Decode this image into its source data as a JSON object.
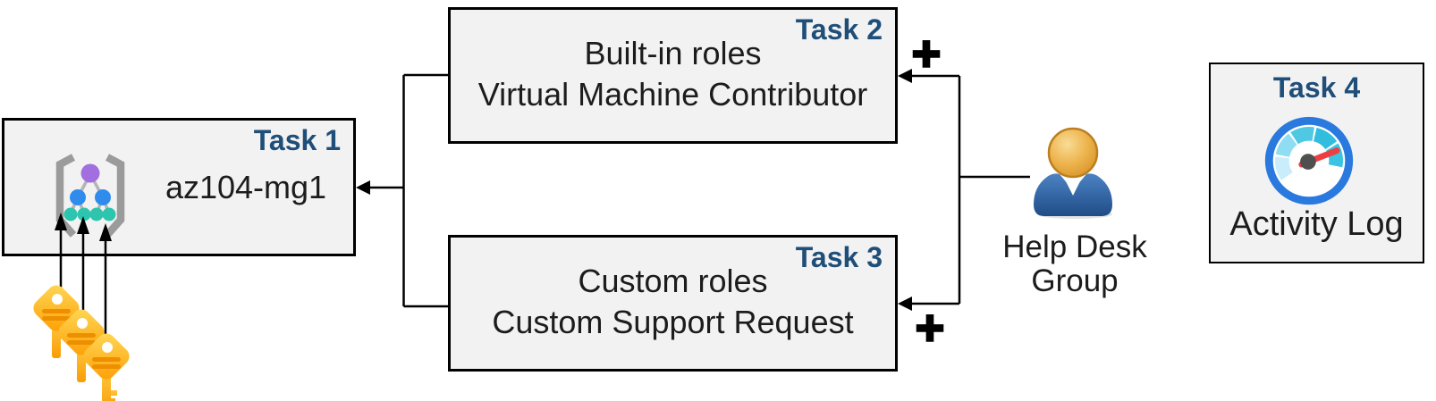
{
  "tasks": {
    "task1": {
      "label": "Task 1",
      "name": "az104-mg1",
      "icon": "management-group-icon"
    },
    "task2": {
      "label": "Task 2",
      "lines": [
        "Built-in roles",
        "Virtual Machine Contributor"
      ]
    },
    "task3": {
      "label": "Task 3",
      "lines": [
        "Custom roles",
        "Custom Support Request"
      ]
    },
    "task4": {
      "label": "Task 4",
      "caption": "Activity Log",
      "icon": "gauge-icon"
    }
  },
  "actors": {
    "help_desk_group": {
      "label_lines": [
        "Help Desk",
        "Group"
      ],
      "icon": "user-icon"
    }
  },
  "annotations": {
    "plus_task2": "+",
    "plus_task3": "+"
  },
  "decorations": {
    "keys_icon": "keys-icon",
    "key_count": 3
  },
  "colors": {
    "task_label": "#1F4E79",
    "box_fill": "#F2F2F2",
    "box_border": "#000000",
    "text": "#1C1C1C",
    "connector": "#000000",
    "key_gold": "#FFB318",
    "user_blue": "#2F5F9F",
    "user_head": "#E0A23C",
    "gauge_ring": "#2979DE",
    "gauge_needle": "#EF3E42",
    "mg_purple": "#A16FE0",
    "mg_blue": "#2F8CED",
    "mg_teal": "#2EC5AE"
  }
}
